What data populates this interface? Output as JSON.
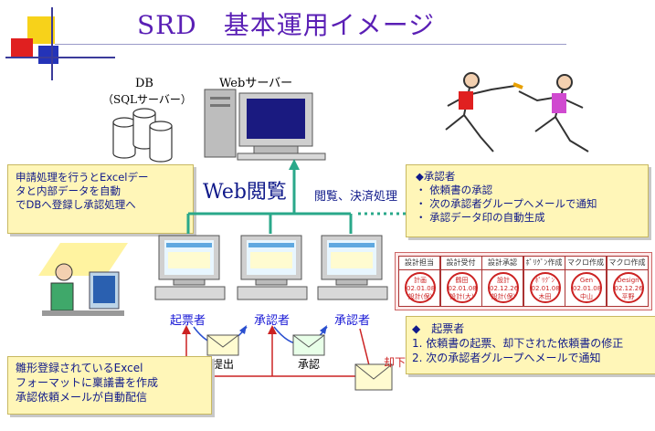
{
  "title": "SRD　基本運用イメージ",
  "db": {
    "line1": "DB",
    "line2": "（SQLサーバー）"
  },
  "web_server_label": "Webサーバー",
  "web_view_label": "Web閲覧",
  "browse_label": "閲覧、決済処理",
  "left_box": [
    "申請処理を行うとExcelデー",
    "タと内部データを自動",
    "でDBへ登録し承認処理へ"
  ],
  "approver_box": {
    "heading": "◆承認者",
    "items": [
      "・ 依頼書の承認",
      "・ 次の承認者グループへメールで通知",
      "・ 承認データ印の自動生成"
    ]
  },
  "stamps": [
    {
      "header": "設計担当",
      "name": "計画",
      "date": "02.01.08",
      "dept": "設計(保)"
    },
    {
      "header": "設計受付",
      "name": "鶴田",
      "date": "02.01.08",
      "dept": "設計(大)"
    },
    {
      "header": "設計承認",
      "name": "設計",
      "date": "02.12.26",
      "dept": "設計(保)"
    },
    {
      "header": "ﾎﾟﾘｸﾞﾝ作成",
      "name": "ﾎﾟﾘｸﾞﾝ",
      "date": "02.01.08",
      "dept": "木田"
    },
    {
      "header": "マクロ作成",
      "name": "Gen",
      "date": "02.01.08",
      "dept": "中山"
    },
    {
      "header": "マクロ作成",
      "name": "Design",
      "date": "02.12.26",
      "dept": "平野"
    }
  ],
  "roles": {
    "drafter": "起票者",
    "approver1": "承認者",
    "approver2": "承認者"
  },
  "actions": {
    "submit": "提出",
    "approve": "承認",
    "reject": "却下"
  },
  "drafter_box": {
    "heading": "◆　起票者",
    "items": [
      "1. 依頼書の起票、却下された依頼書の修正",
      "2. 次の承認者グループへメールで通知"
    ]
  },
  "bottom_box": [
    "雛形登録されているExcel",
    "フォーマットに稟議書を作成",
    "承認依頼メールが自動配信"
  ],
  "colors": {
    "title": "#5a1fb5",
    "network": "#2aa88a",
    "arrow": "#cc2222",
    "box_fill": "#fff6b8"
  }
}
